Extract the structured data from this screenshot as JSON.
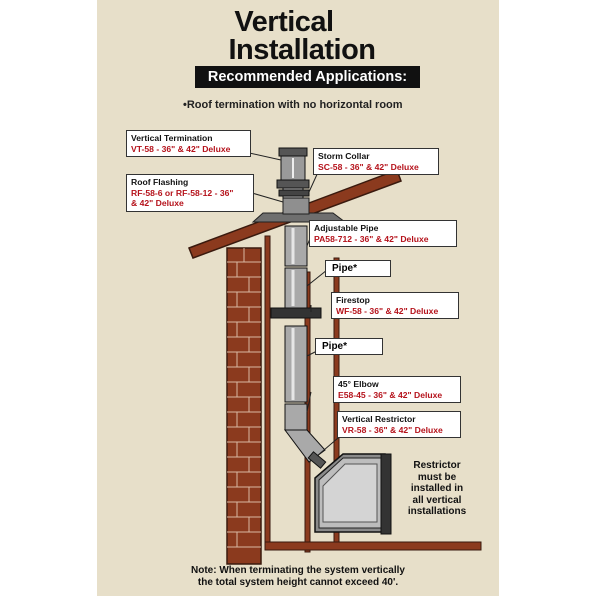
{
  "title_line1": "Vertical",
  "title_line2": "Installation",
  "recommended_header": "Recommended Applications:",
  "application_bullet": "•Roof termination with no horizontal room",
  "labels": {
    "vertical_termination": {
      "name": "Vertical Termination",
      "part": "VT-58 - 36\" & 42\" Deluxe"
    },
    "roof_flashing": {
      "name": "Roof Flashing",
      "part": "RF-58-6 or RF-58-12 - 36\"\n& 42\" Deluxe"
    },
    "storm_collar": {
      "name": "Storm Collar",
      "part": "SC-58 - 36\" & 42\" Deluxe"
    },
    "adjustable_pipe": {
      "name": "Adjustable Pipe",
      "part": "PA58-712 - 36\" & 42\" Deluxe"
    },
    "pipe_upper": {
      "name": "Pipe*"
    },
    "firestop": {
      "name": "Firestop",
      "part": "WF-58 - 36\" & 42\" Deluxe"
    },
    "pipe_lower": {
      "name": "Pipe*"
    },
    "elbow": {
      "name": "45° Elbow",
      "part": "E58-45 - 36\" & 42\" Deluxe"
    },
    "vertical_restrictor": {
      "name": "Vertical Restrictor",
      "part": "VR-58 - 36\" & 42\" Deluxe"
    }
  },
  "restrictor_note": [
    "Restrictor",
    "must be",
    "installed in",
    "all vertical",
    "installations"
  ],
  "footer_note": [
    "Note: When terminating the system vertically",
    "the total system height cannot exceed 40'."
  ],
  "colors": {
    "background": "#e7dfc9",
    "brick": "#8b3a1e",
    "part_text": "#b5121b",
    "header_bar": "#111111"
  }
}
